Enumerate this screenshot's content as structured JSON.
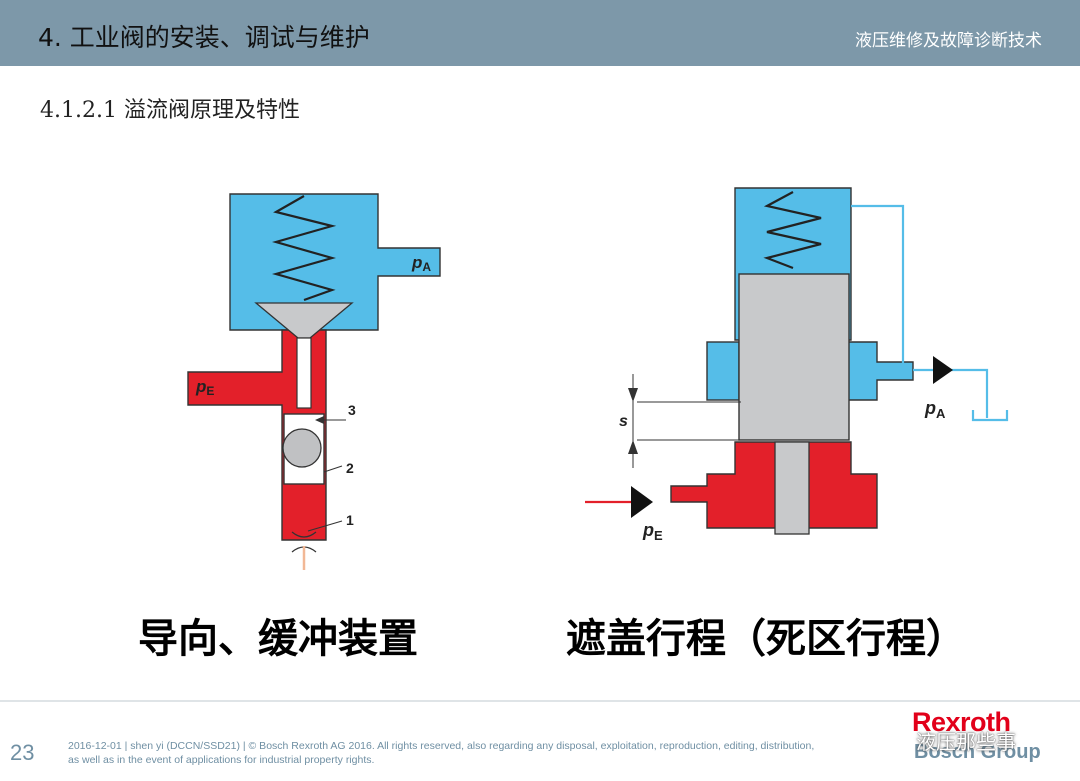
{
  "header": {
    "title": "4. 工业阀的安装、调试与维护",
    "course": "液压维修及故障诊断技术"
  },
  "section": {
    "subtitle": "4.1.2.1 溢流阀原理及特性"
  },
  "diagrams": {
    "left": {
      "labels": {
        "pA": "p",
        "pA_sub": "A",
        "pE": "p",
        "pE_sub": "E",
        "n3": "3",
        "n2": "2",
        "n1": "1"
      },
      "caption": "导向、缓冲装置"
    },
    "right": {
      "labels": {
        "pA": "p",
        "pA_sub": "A",
        "pE": "p",
        "pE_sub": "E",
        "s": "s"
      },
      "caption": "遮盖行程（死区行程）"
    }
  },
  "footer": {
    "page_number": "23",
    "line1": "2016-12-01 | shen yi (DCCN/SSD21) | © Bosch Rexroth AG 2016. All rights reserved, also regarding any disposal, exploitation, reproduction, editing, distribution,",
    "line2": "as well as in the event of applications for industrial property rights.",
    "logo_main": "Rexroth",
    "logo_group": "Bosch Group",
    "watermark": "液压那些事"
  },
  "colors": {
    "header_bg": "#7d98a9",
    "tank_blue": "#55bde8",
    "pressure_red": "#e3202a",
    "poppet_gray": "#c8c9cb",
    "brand_red": "#e2001a"
  }
}
